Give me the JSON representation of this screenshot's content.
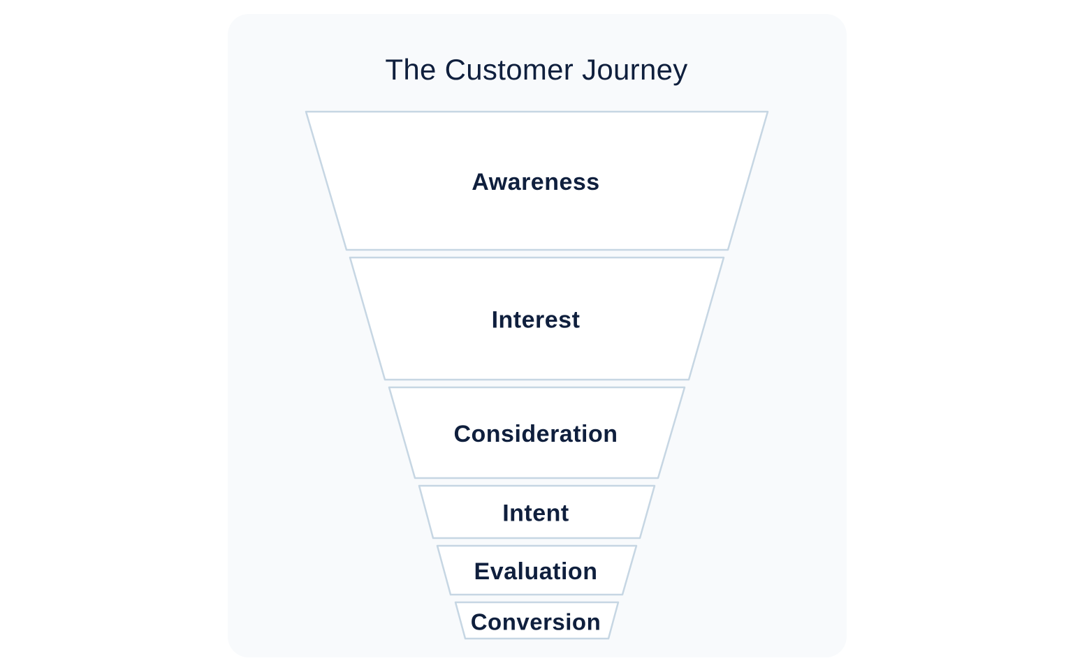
{
  "diagram": {
    "title": "The Customer Journey",
    "stages": [
      {
        "label": "Awareness"
      },
      {
        "label": "Interest"
      },
      {
        "label": "Consideration"
      },
      {
        "label": "Intent"
      },
      {
        "label": "Evaluation"
      },
      {
        "label": "Conversion"
      }
    ],
    "colors": {
      "card_background": "#f8fafc",
      "stage_fill": "#ffffff",
      "stage_border": "#c6d6e3",
      "text": "#0f1f3d"
    }
  }
}
